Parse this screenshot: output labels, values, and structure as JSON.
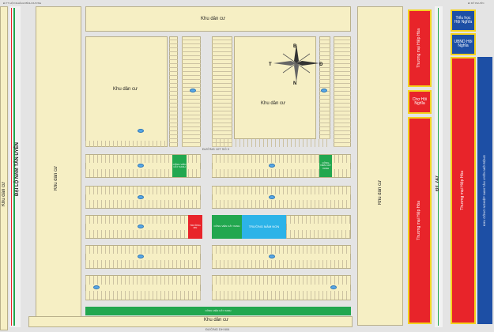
{
  "map": {
    "residential_label": "Khu dân cư",
    "commercial_label": "Thương mại Hiệp Hòa",
    "top_left_note": "ĐI TT HỘI NGHĨA ĐI BÌNH DƯƠNG",
    "top_right_note": "ĐI MỸ PHƯỚC",
    "highway_label": "ĐẠI LỘ NAM TÂN UYÊN",
    "dt747_label": "ĐT 747",
    "industrial_zone_label": "KHU CÔNG NGHIỆP NAM TÂN UYÊN MỞ RỘNG",
    "school_label": "Tiểu học Hội Nghĩa",
    "ubnd_label": "UBND Hội Nghĩa",
    "market_label": "Chợ Hội Nghĩa",
    "top_street_label": "ĐƯỜNG 10T SỐ 3",
    "bottom_street_label": "ĐƯỜNG DH 604",
    "park_label": "CÔNG VIÊN CÂY XANH",
    "park_small_label": "CÔNG VIÊN CÂY XANH",
    "school_area_label": "TRƯỜNG MẦM NON",
    "school_area_red_label": "TRƯỜNG MN",
    "bottom_park_label": "CÔNG VIÊN CÂY XANH",
    "compass": {
      "n": "B",
      "s": "N",
      "e": "Đ",
      "w": "T"
    },
    "colors": {
      "commercial_red": "#e8242a",
      "park_green": "#22a74f",
      "school_blue": "#2cb3e8",
      "ubnd_blue": "#1d4fa5",
      "yellow_border": "#f4d21f",
      "lot_fill": "#f6efc4"
    }
  }
}
